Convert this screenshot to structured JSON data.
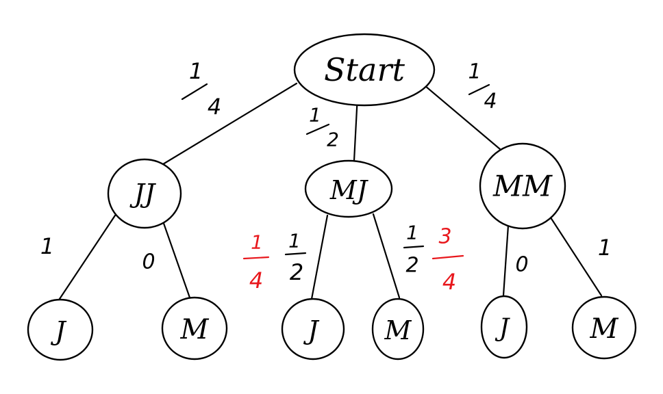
{
  "diagram": {
    "nodes": {
      "root": "Start",
      "jj": "JJ",
      "mj": "MJ",
      "mm": "MM",
      "jj_j": "J",
      "jj_m": "M",
      "mj_j": "J",
      "mj_m": "M",
      "mm_j": "J",
      "mm_m": "M"
    },
    "probabilities": {
      "start_jj": {
        "num": "1",
        "den": "4"
      },
      "start_mj": {
        "num": "1",
        "den": "2"
      },
      "start_mm": {
        "num": "1",
        "den": "4"
      },
      "jj_j": "1",
      "jj_m": "0",
      "mj_j": {
        "num": "1",
        "den": "2"
      },
      "mj_m": {
        "num": "1",
        "den": "2"
      },
      "mm_j": "0",
      "mm_m": "1"
    },
    "annotations": {
      "mj_j": {
        "num": "1",
        "den": "4"
      },
      "mj_m": {
        "num": "3",
        "den": "4"
      }
    },
    "colors": {
      "ink": "#000000",
      "annotation": "#e8171c"
    }
  }
}
